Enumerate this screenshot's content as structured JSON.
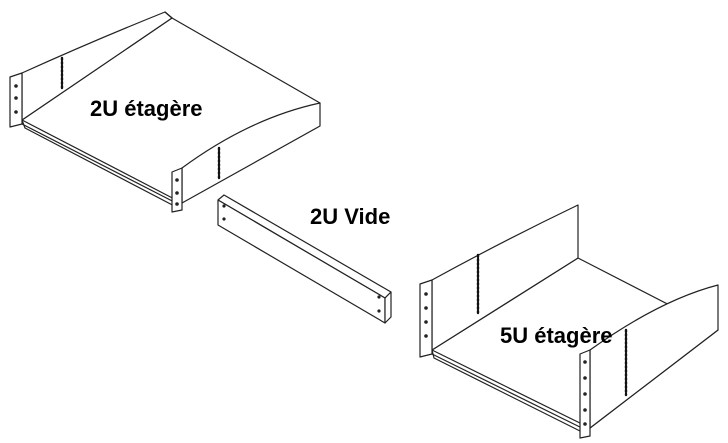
{
  "diagram": {
    "labels": {
      "shelf_2u": "2U étagère",
      "blank_2u": "2U Vide",
      "shelf_5u": "5U étagère"
    },
    "line_color": "#222222",
    "background": "#ffffff"
  }
}
